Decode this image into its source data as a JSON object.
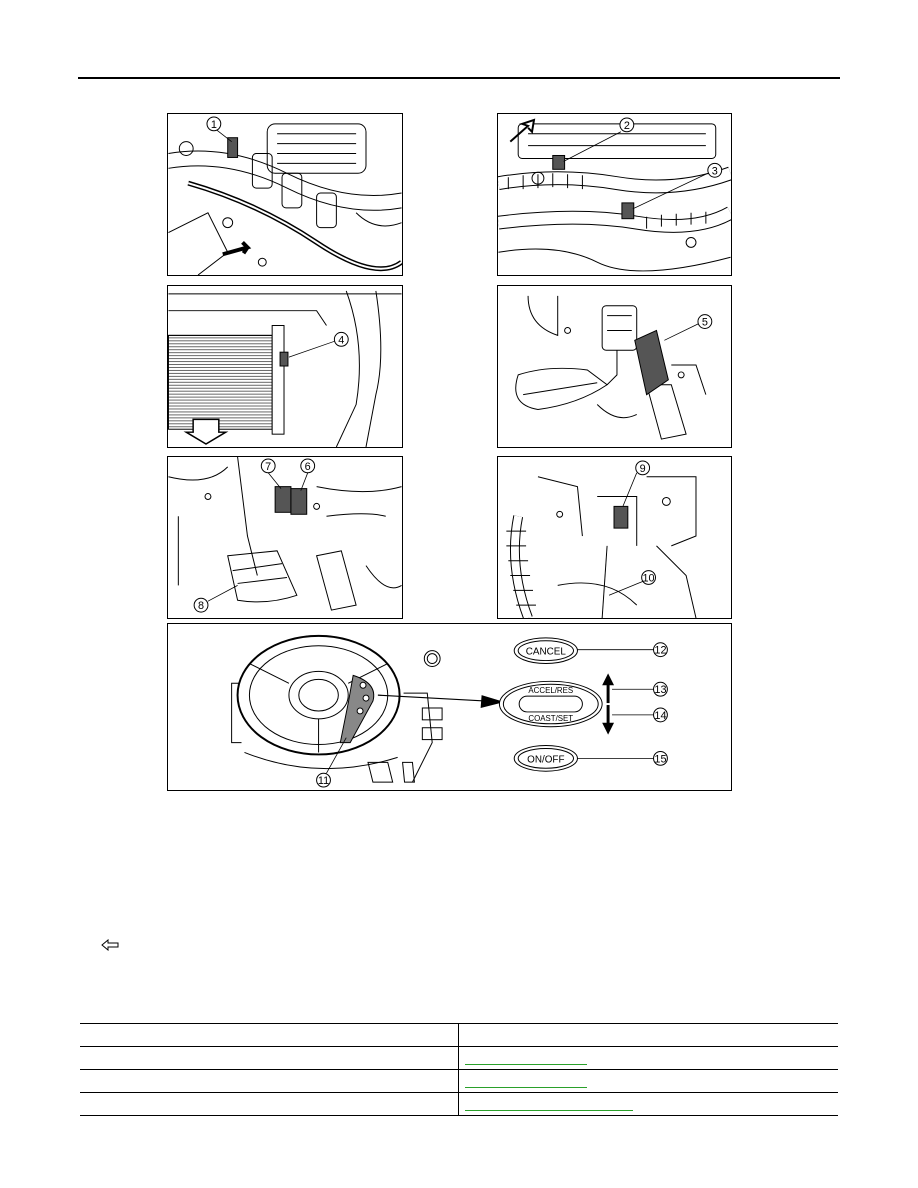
{
  "figure": {
    "callouts": [
      "1",
      "2",
      "3",
      "4",
      "5",
      "6",
      "7",
      "8",
      "9",
      "10",
      "11",
      "12",
      "13",
      "14",
      "15"
    ],
    "switch_labels": {
      "cancel": "CANCEL",
      "accel_res": "ACCEL/RES",
      "coast_set": "COAST/SET",
      "on_off": "ON/OFF"
    },
    "arrow_icon": "hollow-front-arrow-icon"
  },
  "colors": {
    "link": "#2aa02a",
    "ink": "#000000"
  },
  "table": {
    "rows": 4,
    "link_rows": [
      1,
      2,
      3
    ]
  }
}
